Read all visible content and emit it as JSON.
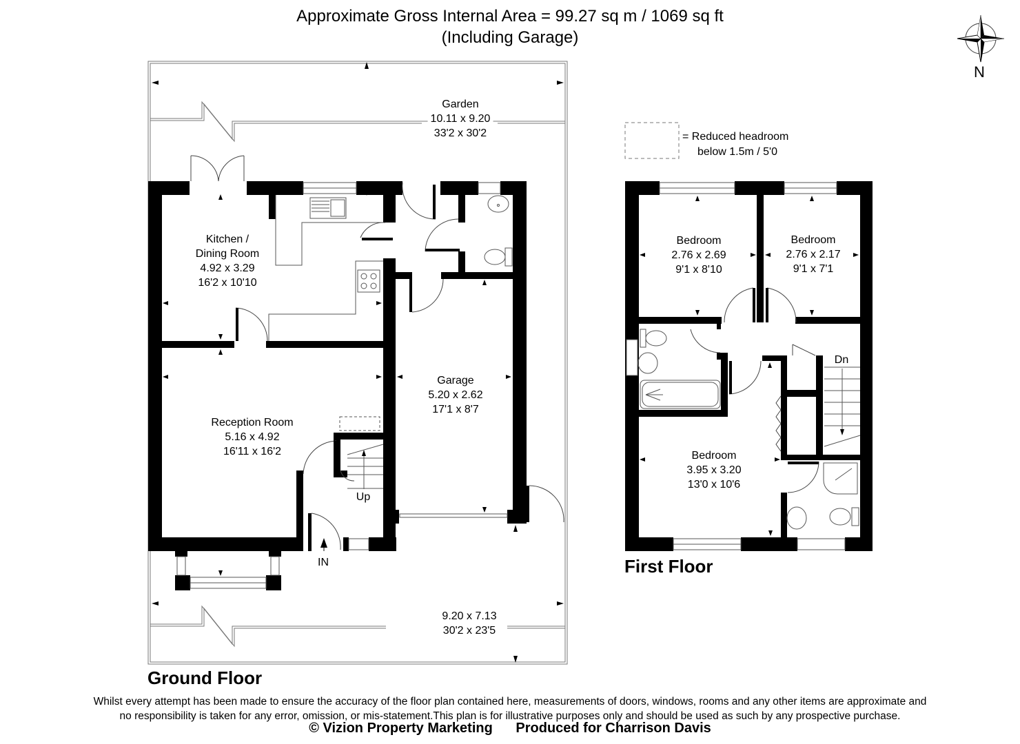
{
  "header": {
    "area_line": "Approximate Gross Internal Area = 99.27 sq m / 1069 sq ft",
    "note_line": "(Including Garage)"
  },
  "compass": {
    "label": "N",
    "icon": "compass-rose-icon"
  },
  "legend": {
    "line1": "= Reduced headroom",
    "line2": "below 1.5m / 5'0",
    "swatch": "dashed-rectangle"
  },
  "ground_floor": {
    "label": "Ground Floor",
    "rooms": [
      {
        "name": "Garden",
        "metric": "10.11 x 9.20",
        "imperial": "33'2 x 30'2"
      },
      {
        "name": "Kitchen /",
        "name2": "Dining Room",
        "metric": "4.92 x 3.29",
        "imperial": "16'2 x 10'10"
      },
      {
        "name": "Garage",
        "metric": "5.20 x 2.62",
        "imperial": "17'1 x 8'7"
      },
      {
        "name": "Reception Room",
        "metric": "5.16 x 4.92",
        "imperial": "16'11 x 16'2"
      },
      {
        "name": "",
        "metric": "9.20 x 7.13",
        "imperial": "30'2 x 23'5"
      }
    ],
    "stairs_label": "Up",
    "entrance_label": "IN"
  },
  "first_floor": {
    "label": "First Floor",
    "rooms": [
      {
        "name": "Bedroom",
        "metric": "2.76 x 2.69",
        "imperial": "9'1 x 8'10"
      },
      {
        "name": "Bedroom",
        "metric": "2.76 x 2.17",
        "imperial": "9'1 x 7'1"
      },
      {
        "name": "Bedroom",
        "metric": "3.95 x 3.20",
        "imperial": "13'0 x 10'6"
      }
    ],
    "stairs_label": "Dn"
  },
  "footer": {
    "disclaimer_line1": "Whilst every attempt has been made to ensure the accuracy of the floor plan contained here, measurements of doors, windows, rooms and any other items are approximate and",
    "disclaimer_line2": "no responsibility is taken for any error, omission, or mis-statement.This plan is for illustrative purposes only and should be used as such by any prospective purchase.",
    "copyright": "© Vizion Property Marketing",
    "produced_for": "Produced for Charrison Davis"
  },
  "colors": {
    "wall": "#000000",
    "background": "#ffffff",
    "outline": "#555555"
  }
}
